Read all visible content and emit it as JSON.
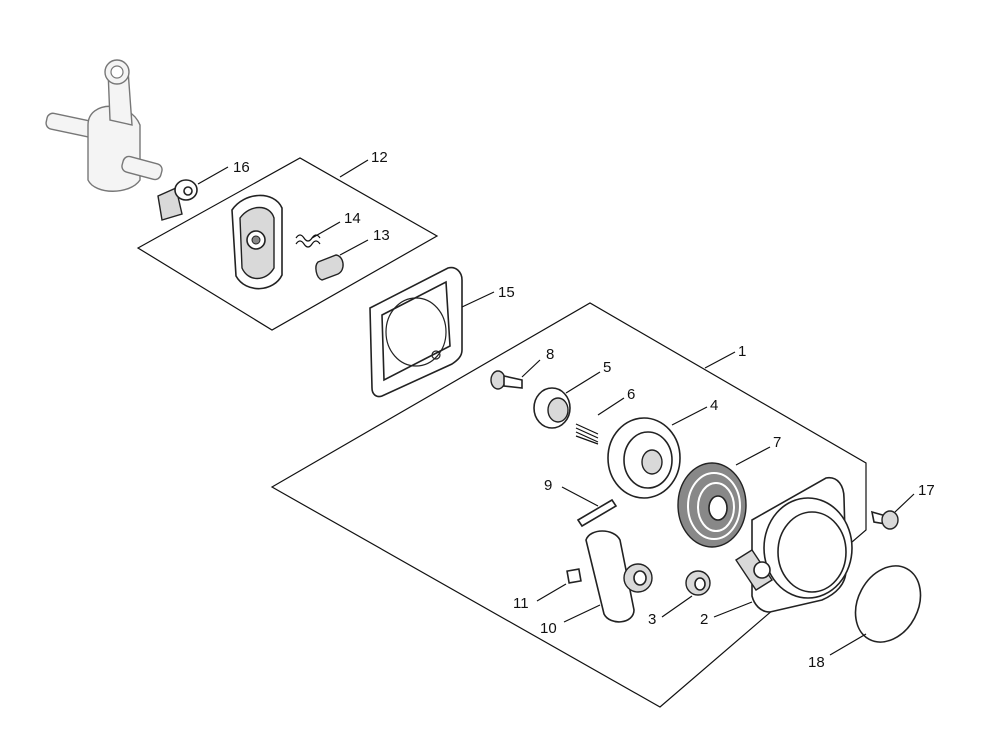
{
  "diagram": {
    "callouts": [
      {
        "id": "1",
        "label": "1"
      },
      {
        "id": "2",
        "label": "2"
      },
      {
        "id": "3",
        "label": "3"
      },
      {
        "id": "4",
        "label": "4"
      },
      {
        "id": "5",
        "label": "5"
      },
      {
        "id": "6",
        "label": "6"
      },
      {
        "id": "7",
        "label": "7"
      },
      {
        "id": "8",
        "label": "8"
      },
      {
        "id": "9",
        "label": "9"
      },
      {
        "id": "10",
        "label": "10"
      },
      {
        "id": "11",
        "label": "11"
      },
      {
        "id": "12",
        "label": "12"
      },
      {
        "id": "13",
        "label": "13"
      },
      {
        "id": "14",
        "label": "14"
      },
      {
        "id": "15",
        "label": "15"
      },
      {
        "id": "16",
        "label": "16"
      },
      {
        "id": "17",
        "label": "17"
      },
      {
        "id": "18",
        "label": "18"
      }
    ],
    "colors": {
      "line": "#111111",
      "part_fill": "#ffffff",
      "shade": "#d9d9d9",
      "ghost": "#777777"
    }
  }
}
